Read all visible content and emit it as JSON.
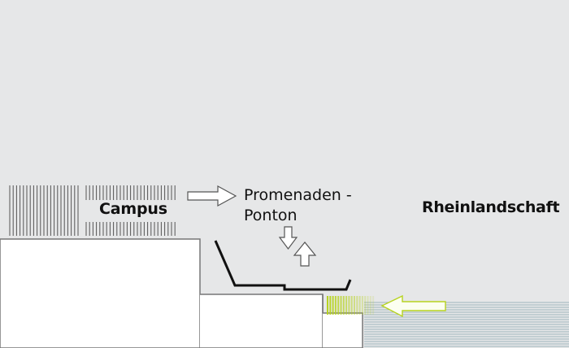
{
  "labels": {
    "campus": "Campus",
    "promenaden_line1": "Promenaden -",
    "promenaden_line2": "Ponton",
    "rheinlandschaft": "Rheinlandschaft"
  },
  "colors": {
    "background": "#e6e7e8",
    "building_fill": "#ffffff",
    "outline": "#777777",
    "pier_line": "#111111",
    "hatch": "#555555",
    "water_lines": "#9fb4bc",
    "green_accent": "#b7d320"
  },
  "icons": [
    "arrow-right-icon",
    "arrow-down-icon",
    "arrow-up-icon",
    "arrow-left-green-icon"
  ]
}
